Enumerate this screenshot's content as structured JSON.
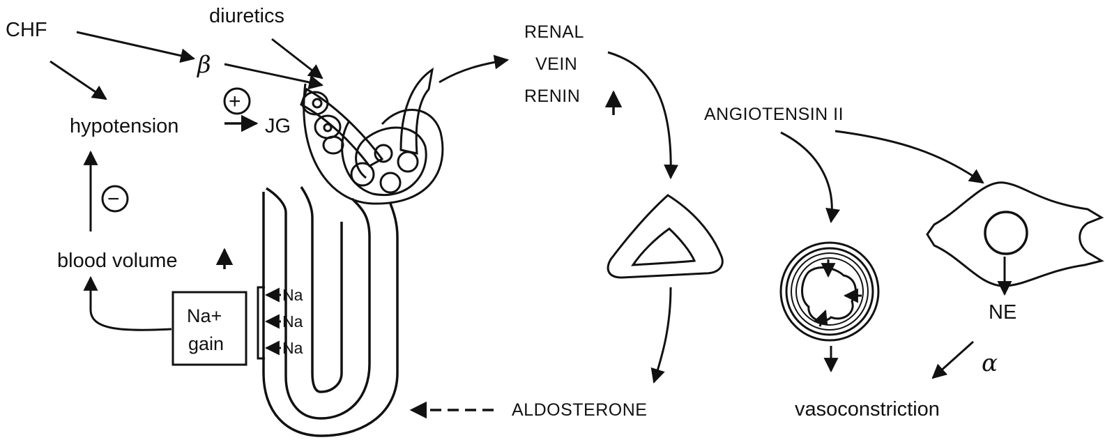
{
  "labels": {
    "chf": "CHF",
    "diuretics": "diuretics",
    "beta": "β",
    "hypotension": "hypotension",
    "plus_sign": "+",
    "jg": "JG",
    "minus_sign": "−",
    "blood_volume": "blood  volume",
    "na_gain_line1": "Na+",
    "na_gain_line2": "gain",
    "na_1": "Na",
    "na_2": "Na",
    "na_3": "Na",
    "renal": "RENAL",
    "vein": "VEIN",
    "renin": "RENIN",
    "angiotensin": "ANGIOTENSIN II",
    "aldosterone": "ALDOSTERONE",
    "vasoconstriction": "vasoconstriction",
    "ne": "NE",
    "alpha": "α"
  },
  "colors": {
    "ink": "#111111",
    "background": "#ffffff",
    "stipple": "#d9d9d9"
  }
}
